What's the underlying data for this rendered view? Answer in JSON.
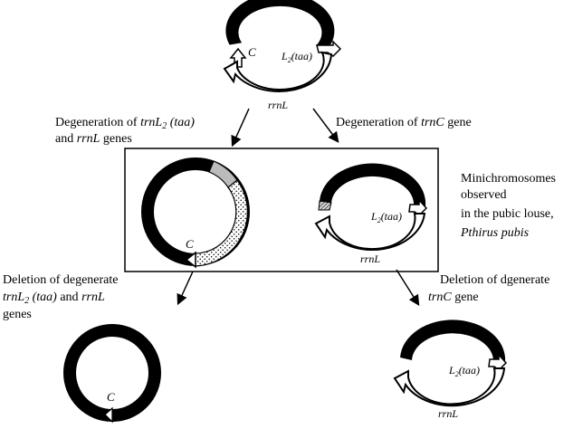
{
  "labels": {
    "top_c": "C",
    "top_l2": "L",
    "top_l2_sub": "2",
    "top_l2_taa": "(taa)",
    "top_rrnl": "rrnL",
    "left_branch_line1_prefix": "Degeneration of ",
    "left_branch_line1_gene": "trnL",
    "left_branch_line1_sub": "2",
    "left_branch_line1_taa": " (taa)",
    "left_branch_line2_prefix": "and ",
    "left_branch_line2_gene": "rrnL",
    "left_branch_line2_suffix": " genes",
    "right_branch_prefix": "Degeneration of ",
    "right_branch_gene": "trnC",
    "right_branch_suffix": " gene",
    "mid_left_c": "C",
    "mid_right_l2": "L",
    "mid_right_l2_sub": "2",
    "mid_right_l2_taa": "(taa)",
    "mid_right_rrnl": "rrnL",
    "box_note_line1": "Minichromosomes",
    "box_note_line2": "observed",
    "box_note_line3": "in the pubic louse,",
    "box_note_line4": "Pthirus pubis",
    "bottom_left_line1": "Deletion of degenerate",
    "bottom_left_line2_gene": "trnL",
    "bottom_left_line2_sub": "2",
    "bottom_left_line2_taa": " (taa)",
    "bottom_left_line2_and": " and ",
    "bottom_left_line2_gene2": "rrnL",
    "bottom_left_line3": "genes",
    "bottom_right_line1": "Deletion of dgenerate",
    "bottom_right_line2_gene": "trnC",
    "bottom_right_line2_suffix": " gene",
    "bottom_left_c": "C",
    "bottom_right_l2": "L",
    "bottom_right_l2_sub": "2",
    "bottom_right_l2_taa": "(taa)",
    "bottom_right_rrnl": "rrnL"
  },
  "colors": {
    "ring": "#000000",
    "degenerate_fill": "#bbbbbb",
    "dotted_fill": "#ffffff",
    "line": "#000000"
  }
}
